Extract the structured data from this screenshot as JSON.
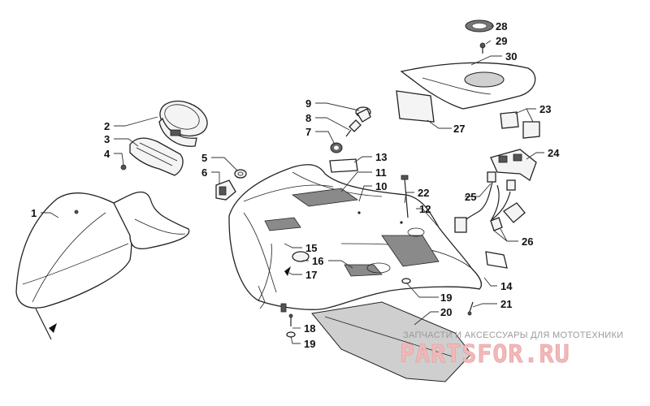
{
  "callouts": [
    "1",
    "2",
    "3",
    "4",
    "5",
    "6",
    "7",
    "8",
    "9",
    "10",
    "11",
    "12",
    "13",
    "14",
    "15",
    "16",
    "16",
    "17",
    "18",
    "19",
    "19",
    "20",
    "21",
    "22",
    "23",
    "24",
    "25",
    "26",
    "27",
    "28",
    "29",
    "30"
  ],
  "watermark": {
    "subtitle": "ЗАПЧАСТИ И АКСЕССУАРЫ ДЛЯ МОТОТЕХНИКИ",
    "brand": "PARTSFOR.RU"
  }
}
